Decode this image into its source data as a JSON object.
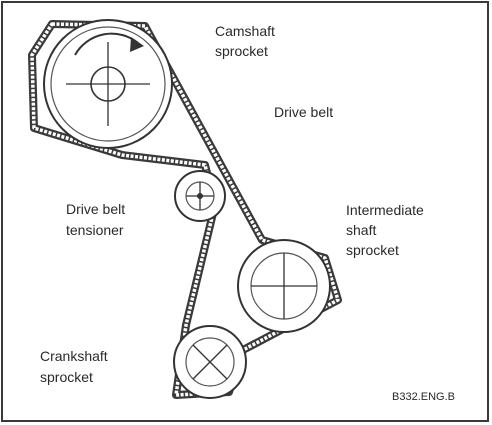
{
  "labels": {
    "camshaft_sprocket": [
      "Camshaft",
      "sprocket"
    ],
    "drive_belt": "Drive belt",
    "drive_belt_tensioner": [
      "Drive belt",
      "tensioner"
    ],
    "intermediate_shaft_sprocket": [
      "Intermediate",
      "shaft",
      "sprocket"
    ],
    "crankshaft_sprocket": [
      "Crankshaft",
      "sprocket"
    ]
  },
  "figure_code": "B332.ENG.B",
  "colors": {
    "belt": "#3a3a3a",
    "frame": "#3a3a3a",
    "line": "#333333"
  }
}
